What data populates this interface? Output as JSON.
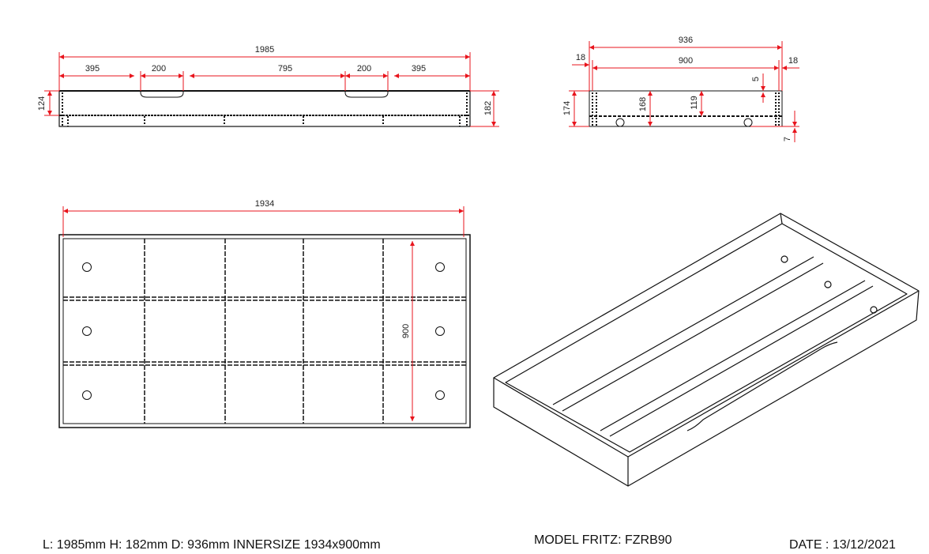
{
  "front_view": {
    "overall_length": "1985",
    "segments": [
      "395",
      "200",
      "795",
      "200",
      "395"
    ],
    "side_height": "124",
    "total_height": "182"
  },
  "side_view": {
    "overall_depth": "936",
    "inner_width": "900",
    "wall_left": "18",
    "wall_right": "18",
    "height_174": "174",
    "height_168": "168",
    "height_119": "119",
    "offset_5": "5",
    "clearance_7": "7"
  },
  "plan_view": {
    "inner_length": "1934",
    "inner_width": "900"
  },
  "footer": {
    "dimensions": "L: 1985mm H: 182mm D: 936mm INNERSIZE 1934x900mm",
    "model": "MODEL FRITZ: FZRB90",
    "date": "DATE : 13/12/2021"
  },
  "colors": {
    "dimension_line": "#e8141c",
    "drawing_line": "#111111"
  }
}
